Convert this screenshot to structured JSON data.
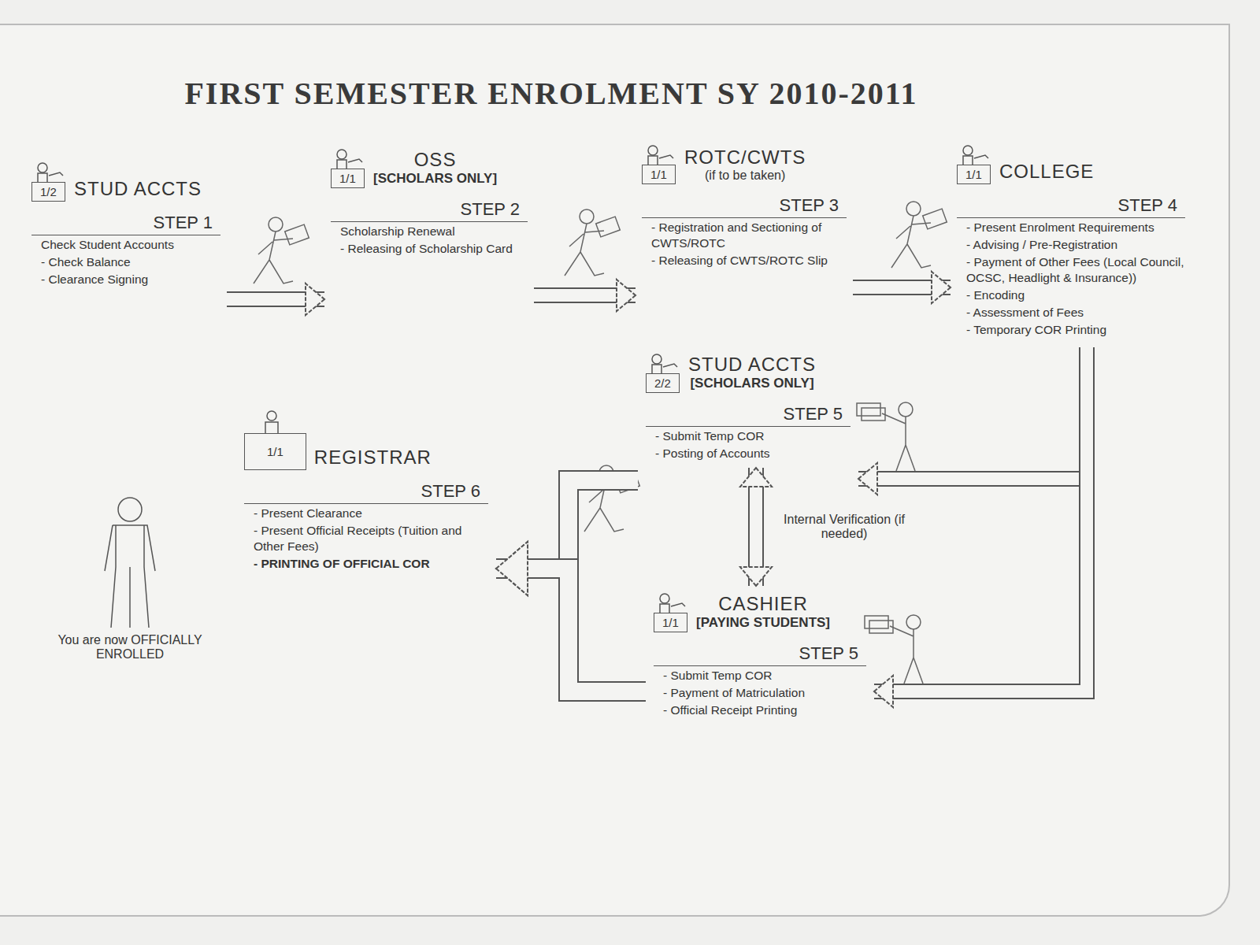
{
  "diagram": {
    "title": "FIRST SEMESTER ENROLMENT SY 2010-2011",
    "nodes": [
      {
        "text": [
          "1/2",
          "STUD ACCTS",
          "STEP 1",
          "Check Student Accounts",
          "- Check Balance",
          "- Clearance Signing"
        ]
      },
      {
        "text": [
          "1/1",
          "OSS",
          "[SCHOLARS ONLY]",
          "STEP 2",
          "Scholarship Renewal",
          "- Releasing of Scholarship Card"
        ]
      },
      {
        "text": [
          "1/1",
          "ROTC/CWTS",
          "(if to be taken)",
          "STEP 3",
          "- Registration and Sectioning of CWTS/ROTC",
          "- Releasing of CWTS/ROTC Slip"
        ]
      },
      {
        "text": [
          "1/1",
          "COLLEGE",
          "STEP 4",
          "- Present Enrolment Requirements",
          "- Advising / Pre-Registration",
          "- Payment of Other Fees (Local Council, OCSC, Headlight & Insurance))",
          "- Encoding",
          "- Assessment of Fees",
          "- Temporary COR Printing"
        ]
      },
      {
        "text": [
          "2/2",
          "STUD ACCTS",
          "[SCHOLARS ONLY]",
          "STEP 5",
          "- Submit Temp COR",
          "- Posting of Accounts"
        ]
      },
      {
        "text": [
          "1/1",
          "CASHIER",
          "[PAYING STUDENTS]",
          "STEP 5",
          "- Submit Temp COR",
          "- Payment of Matriculation",
          "- Official Receipt Printing"
        ]
      },
      {
        "text": [
          "1/1",
          "REGISTRAR",
          "STEP 6",
          "- Present Clearance",
          "- Present Official Receipts (Tuition and Other Fees)",
          "- PRINTING OF OFFICIAL COR"
        ]
      },
      {
        "text": [
          "You are now OFFICIALLY ENROLLED"
        ]
      }
    ],
    "edges": [
      {
        "from": 0,
        "to": 1,
        "arrow": "to"
      },
      {
        "from": 1,
        "to": 2,
        "arrow": "to"
      },
      {
        "from": 2,
        "to": 3,
        "arrow": "to"
      },
      {
        "from": 3,
        "to": 4,
        "arrow": "to"
      },
      {
        "from": 3,
        "to": 5,
        "arrow": "to"
      },
      {
        "from": 4,
        "to": 5,
        "label": "Internal Verification (if needed)",
        "arrow": "both"
      },
      {
        "from": 4,
        "to": 6,
        "arrow": "to"
      },
      {
        "from": 5,
        "to": 6,
        "arrow": "to"
      }
    ]
  }
}
